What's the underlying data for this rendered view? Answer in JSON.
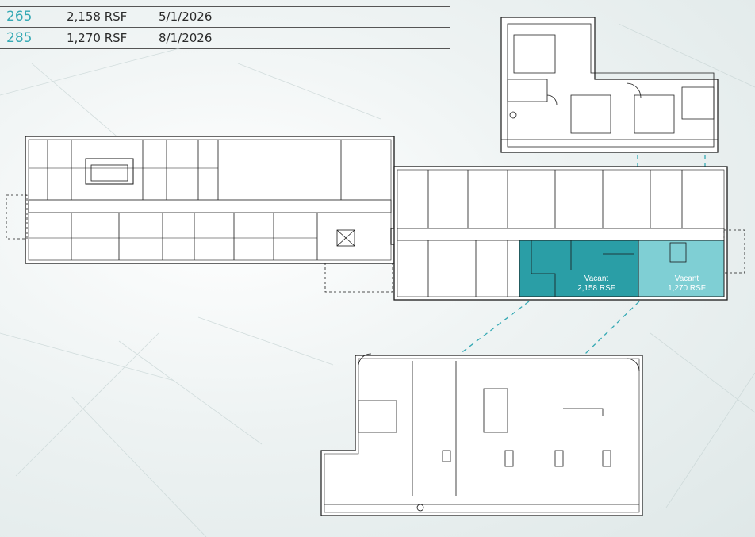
{
  "availability": {
    "rows": [
      {
        "suite": "265",
        "size": "2,158 RSF",
        "date": "5/1/2026"
      },
      {
        "suite": "285",
        "size": "1,270 RSF",
        "date": "8/1/2026"
      }
    ]
  },
  "vacancies": [
    {
      "label": "Vacant",
      "size": "2,158 RSF",
      "color": "#2a9ea6"
    },
    {
      "label": "Vacant",
      "size": "1,270 RSF",
      "color": "#7fcfd4"
    }
  ],
  "colors": {
    "accent": "#35a9b4",
    "line": "#1a1a1a"
  }
}
